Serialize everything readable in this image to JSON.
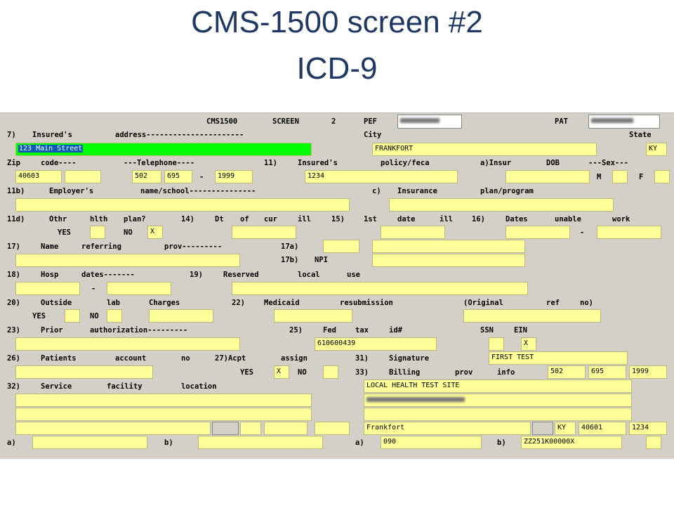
{
  "slide": {
    "title_line1": "CMS-1500 screen #2",
    "title_line2": "ICD-9"
  },
  "header": {
    "cms": "CMS1500",
    "screen_label": "SCREEN",
    "screen_no": "2",
    "pef_label": "PEF",
    "pat_label": "PAT"
  },
  "labels": {
    "r7": "7)",
    "insureds": "Insured's",
    "address": "address----------------------",
    "city": "City",
    "state": "State",
    "zip": "Zip",
    "code": "code----",
    "telephone": "---Telephone----",
    "n11": "11)",
    "insureds11": "Insured's",
    "policy": "policy/feca",
    "ainsur": "a)Insur",
    "dob": "DOB",
    "sex": "---Sex---",
    "m": "M",
    "f": "F",
    "r11b": "11b)",
    "employers": "Employer's",
    "nameschool": "name/school---------------",
    "c": "c)",
    "insurance": "Insurance",
    "planprog": "plan/program",
    "r11d": "11d)",
    "othr": "Othr",
    "hlth": "hlth",
    "plan": "plan?",
    "n14": "14)",
    "dt": "Dt",
    "of": "of",
    "cur": "cur",
    "ill": "ill",
    "n15": "15)",
    "first": "1st",
    "date": "date",
    "ill15": "ill",
    "n16": "16)",
    "dates": "Dates",
    "unable": "unable",
    "work": "work",
    "yes11": "YES",
    "no11": "NO",
    "dash16": "-",
    "r17": "17)",
    "name17": "Name",
    "referring": "referring",
    "prov": "prov---------",
    "n17a": "17a)",
    "n17b": "17b)",
    "npi": "NPI",
    "r18": "18)",
    "hosp": "Hosp",
    "dates18": "dates-------",
    "n19": "19)",
    "reserved": "Reserved",
    "local": "local",
    "use": "use",
    "dash18": "-",
    "r20": "20)",
    "outside": "Outside",
    "lab": "lab",
    "charges": "Charges",
    "n22": "22)",
    "medicaid": "Medicaid",
    "resub": "resubmission",
    "original": "(Original",
    "ref": "ref",
    "no22": "no)",
    "yes20": "YES",
    "no20": "NO",
    "r23": "23)",
    "prior": "Prior",
    "authorization": "authorization---------",
    "n25": "25)",
    "fed": "Fed",
    "tax": "tax",
    "id": "id#",
    "ssn": "SSN",
    "ein": "EIN",
    "r26": "26)",
    "patients": "Patients",
    "account": "account",
    "no26": "no",
    "n27": "27)Acpt",
    "assign": "assign",
    "n31": "31)",
    "signature": "Signature",
    "yes27": "YES",
    "no27": "NO",
    "n33": "33)",
    "billing": "Billing",
    "prov33": "prov",
    "info": "info",
    "r32": "32)",
    "service": "Service",
    "facility": "facility",
    "location": "location",
    "a1": "a)",
    "b1": "b)",
    "a2": "a)",
    "b2": "b)"
  },
  "values": {
    "address": "123 Main Street",
    "city": "FRANKFORT",
    "state": "KY",
    "zip": "40603",
    "phone1": "502",
    "phone2": "695",
    "phone_dash": "-",
    "phone3": "1999",
    "policy": "1234",
    "no11d": "X",
    "fed_tax": "610600439",
    "ein": "X",
    "signature": "FIRST TEST",
    "yes27": "X",
    "billing1": "502",
    "billing2": "695",
    "billing3": "1999",
    "billing_name": "LOCAL HEALTH TEST SITE",
    "billing_city": "Frankfort",
    "billing_state": "KY",
    "billing_zip": "40601",
    "billing_zip4": "1234",
    "a_billing": "090",
    "b_billing": "ZZ251K00000X"
  }
}
